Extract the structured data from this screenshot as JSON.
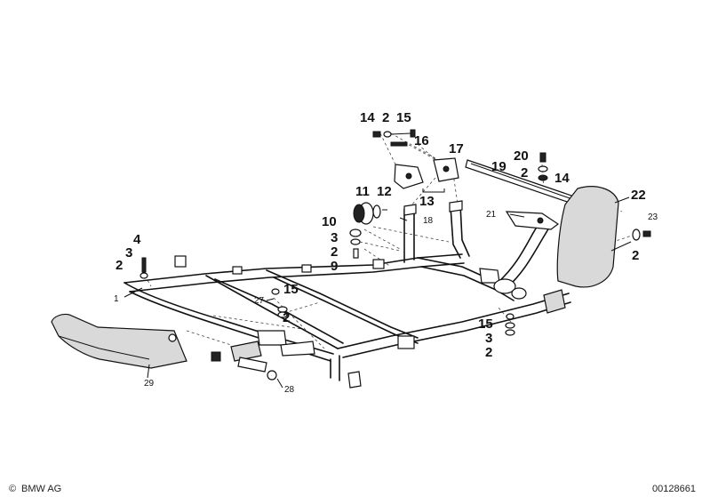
{
  "callouts": [
    {
      "id": "c14a",
      "text": "14",
      "size": "big"
    },
    {
      "id": "c2a",
      "text": "2",
      "size": "big"
    },
    {
      "id": "c15a",
      "text": "15",
      "size": "big"
    },
    {
      "id": "c16",
      "text": "16",
      "size": "big"
    },
    {
      "id": "c17",
      "text": "17",
      "size": "big"
    },
    {
      "id": "c13",
      "text": "13",
      "size": "big"
    },
    {
      "id": "c20",
      "text": "20",
      "size": "big"
    },
    {
      "id": "c19",
      "text": "19",
      "size": "big"
    },
    {
      "id": "c2b",
      "text": "2",
      "size": "big"
    },
    {
      "id": "c14b",
      "text": "14",
      "size": "big"
    },
    {
      "id": "c22",
      "text": "22",
      "size": "big"
    },
    {
      "id": "c11",
      "text": "11",
      "size": "big"
    },
    {
      "id": "c12",
      "text": "12",
      "size": "big"
    },
    {
      "id": "c18",
      "text": "18",
      "size": "small"
    },
    {
      "id": "c21",
      "text": "21",
      "size": "small"
    },
    {
      "id": "c23",
      "text": "23",
      "size": "small"
    },
    {
      "id": "c2c",
      "text": "2",
      "size": "big"
    },
    {
      "id": "c10",
      "text": "10",
      "size": "big"
    },
    {
      "id": "c3a",
      "text": "3",
      "size": "big"
    },
    {
      "id": "c2d",
      "text": "2",
      "size": "big"
    },
    {
      "id": "c9",
      "text": "9",
      "size": "big"
    },
    {
      "id": "c4",
      "text": "4",
      "size": "big"
    },
    {
      "id": "c3b",
      "text": "3",
      "size": "big"
    },
    {
      "id": "c2e",
      "text": "2",
      "size": "big"
    },
    {
      "id": "c1",
      "text": "1",
      "size": "small"
    },
    {
      "id": "c15b",
      "text": "15",
      "size": "big"
    },
    {
      "id": "c27",
      "text": "27",
      "size": "small"
    },
    {
      "id": "c2f",
      "text": "2",
      "size": "big"
    },
    {
      "id": "c15c",
      "text": "15",
      "size": "big"
    },
    {
      "id": "c3c",
      "text": "3",
      "size": "big"
    },
    {
      "id": "c2g",
      "text": "2",
      "size": "big"
    },
    {
      "id": "c29",
      "text": "29",
      "size": "small"
    },
    {
      "id": "c28",
      "text": "28",
      "size": "small"
    }
  ],
  "footer": {
    "copyright_symbol": "©",
    "brand": "BMW AG",
    "code": "00128661"
  }
}
